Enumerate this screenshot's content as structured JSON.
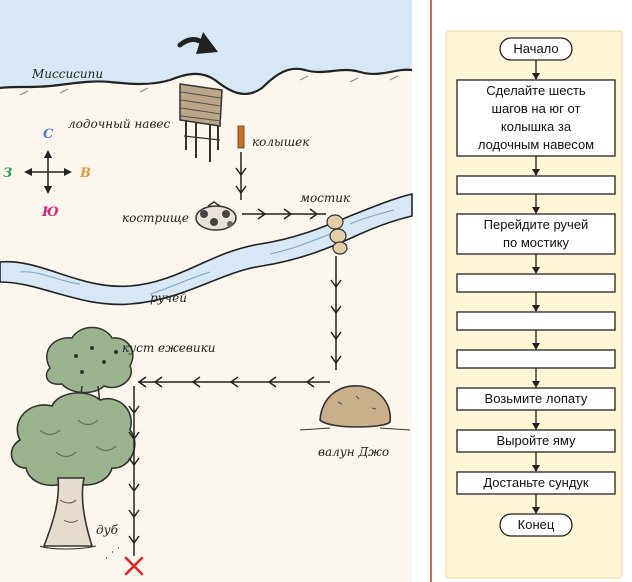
{
  "map": {
    "labels": {
      "mississippi": "Миссисипи",
      "boathouse": "лодочный навес",
      "stake": "колышек",
      "campfire": "кострище",
      "bridge": "мостик",
      "creek": "ручей",
      "blackberry": "куст ежевики",
      "boulder": "валун Джо",
      "oak": "дуб"
    },
    "compass": {
      "north": "С",
      "south": "Ю",
      "west": "З",
      "east": "В"
    },
    "colors": {
      "north": "#5a7fc7",
      "south": "#d6247a",
      "west": "#2e9a55",
      "east": "#e39a3b",
      "water": "#d7e7f3",
      "land": "#fbf6ee",
      "treasure_mark": "#e0262b"
    }
  },
  "flowchart": {
    "start": "Начало",
    "end": "Конец",
    "steps": [
      [
        "Сделайте шесть",
        "шагов на юг от",
        "колышка за",
        "лодочным навесом"
      ],
      [],
      [
        "Перейдите ручей",
        "по мостику"
      ],
      [],
      [],
      [],
      [
        "Возьмите лопату"
      ],
      [
        "Выройте яму"
      ],
      [
        "Достаньте сундук"
      ]
    ],
    "colors": {
      "panel": "#fff6d6",
      "panel_border": "#e3d9a4",
      "divider": "#c63a3a"
    }
  }
}
